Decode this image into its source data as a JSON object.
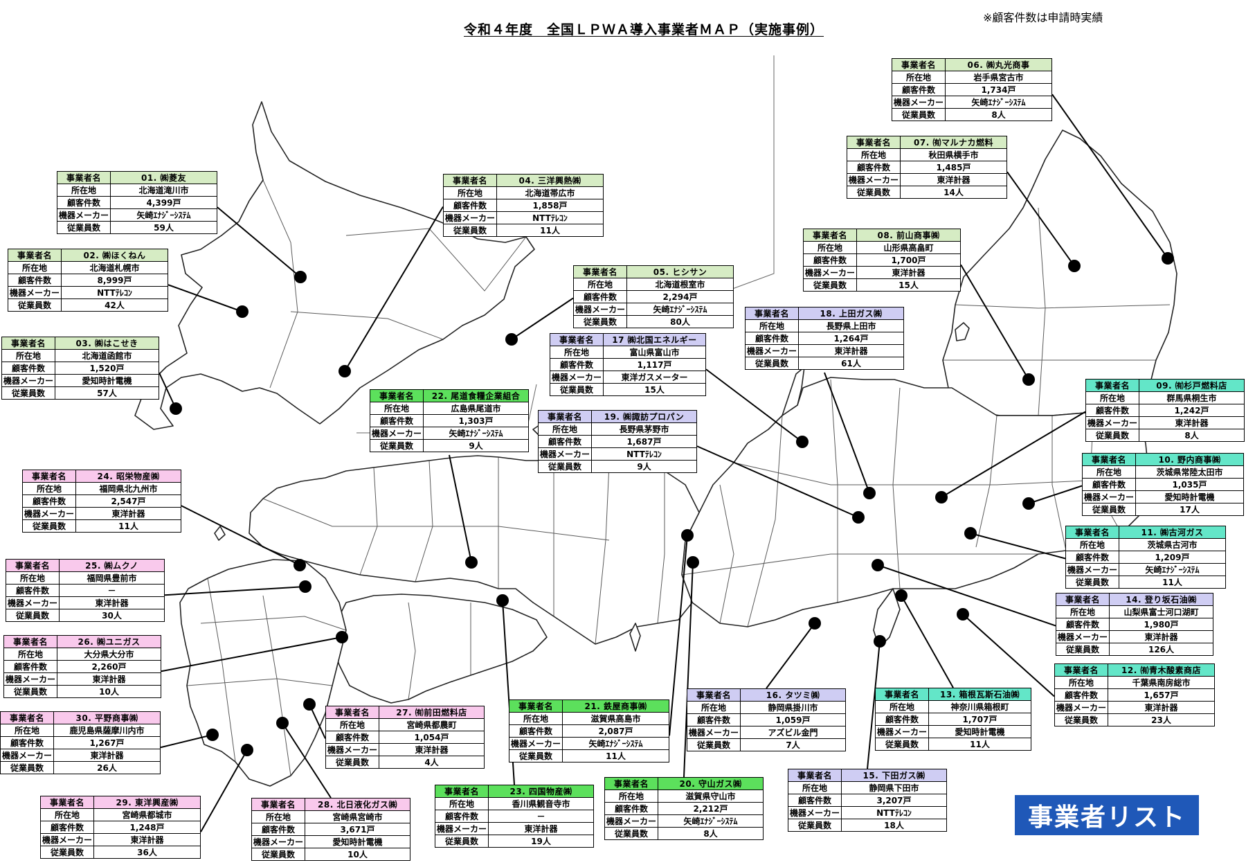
{
  "title": "令和４年度　全国ＬＰＷＡ導入事業者ＭＡＰ（実施事例）",
  "note": "※顧客件数は申請時実績",
  "list_button": "事業者リスト",
  "labels": {
    "operator": "事業者名",
    "location": "所在地",
    "customers": "顧客件数",
    "maker": "機器メーカー",
    "employees": "従業員数"
  },
  "colors": {
    "green": "#d6ecc4",
    "bright_green": "#5ce05c",
    "pink": "#f9c9ec",
    "lavender": "#cfcdf3",
    "teal": "#63e6c8",
    "button": "#1f58b8"
  },
  "operators": [
    {
      "id": "01",
      "name": "01. ㈱菱友",
      "location": "北海道滝川市",
      "customers": "4,399戸",
      "maker": "矢崎ｴﾅｼﾞｰｼｽﾃﾑ",
      "employees": "59人"
    },
    {
      "id": "02",
      "name": "02. ㈱ほくねん",
      "location": "北海道札幌市",
      "customers": "8,999戸",
      "maker": "NTTﾃﾚｺﾝ",
      "employees": "42人"
    },
    {
      "id": "03",
      "name": "03. ㈱はこせき",
      "location": "北海道函館市",
      "customers": "1,520戸",
      "maker": "愛知時計電機",
      "employees": "57人"
    },
    {
      "id": "04",
      "name": "04. 三洋興熱㈱",
      "location": "北海道帯広市",
      "customers": "1,858戸",
      "maker": "NTTﾃﾚｺﾝ",
      "employees": "11人"
    },
    {
      "id": "05",
      "name": "05. ヒシサン",
      "location": "北海道根室市",
      "customers": "2,294戸",
      "maker": "矢崎ｴﾅｼﾞｰｼｽﾃﾑ",
      "employees": "80人"
    },
    {
      "id": "06",
      "name": "06. ㈱丸光商事",
      "location": "岩手県宮古市",
      "customers": "1,734戸",
      "maker": "矢崎ｴﾅｼﾞｰｼｽﾃﾑ",
      "employees": "8人"
    },
    {
      "id": "07",
      "name": "07. ㈲マルナカ燃料",
      "location": "秋田県横手市",
      "customers": "1,485戸",
      "maker": "東洋計器",
      "employees": "14人"
    },
    {
      "id": "08",
      "name": "08. 前山商事㈱",
      "location": "山形県高畠町",
      "customers": "1,700戸",
      "maker": "東洋計器",
      "employees": "15人"
    },
    {
      "id": "09",
      "name": "09. ㈲杉戸燃料店",
      "location": "群馬県桐生市",
      "customers": "1,242戸",
      "maker": "東洋計器",
      "employees": "8人"
    },
    {
      "id": "10",
      "name": "10. 野内商事㈱",
      "location": "茨城県常陸太田市",
      "customers": "1,035戸",
      "maker": "愛知時計電機",
      "employees": "17人"
    },
    {
      "id": "11",
      "name": "11. ㈱古河ガス",
      "location": "茨城県古河市",
      "customers": "1,209戸",
      "maker": "矢崎ｴﾅｼﾞｰｼｽﾃﾑ",
      "employees": "11人"
    },
    {
      "id": "12",
      "name": "12. ㈲青木酸素商店",
      "location": "千葉県南房総市",
      "customers": "1,657戸",
      "maker": "東洋計器",
      "employees": "23人"
    },
    {
      "id": "13",
      "name": "13. 箱根瓦斯石油㈱",
      "location": "神奈川県箱根町",
      "customers": "1,707戸",
      "maker": "愛知時計電機",
      "employees": "11人"
    },
    {
      "id": "14",
      "name": "14. 登り坂石油㈱",
      "location": "山梨県富士河口湖町",
      "customers": "1,980戸",
      "maker": "東洋計器",
      "employees": "126人"
    },
    {
      "id": "15",
      "name": "15. 下田ガス㈱",
      "location": "静岡県下田市",
      "customers": "3,207戸",
      "maker": "NTTﾃﾚｺﾝ",
      "employees": "18人"
    },
    {
      "id": "16",
      "name": "16. タツミ㈱",
      "location": "静岡県掛川市",
      "customers": "1,059戸",
      "maker": "アズビル金門",
      "employees": "7人"
    },
    {
      "id": "17",
      "name": "17 ㈱北国エネルギー",
      "location": "富山県富山市",
      "customers": "1,117戸",
      "maker": "東洋ガスメーター",
      "employees": "15人"
    },
    {
      "id": "18",
      "name": "18. 上田ガス㈱",
      "location": "長野県上田市",
      "customers": "1,264戸",
      "maker": "東洋計器",
      "employees": "61人"
    },
    {
      "id": "19",
      "name": "19. ㈱諏訪プロパン",
      "location": "長野県茅野市",
      "customers": "1,687戸",
      "maker": "NTTﾃﾚｺﾝ",
      "employees": "9人"
    },
    {
      "id": "20",
      "name": "20. 守山ガス㈱",
      "location": "滋賀県守山市",
      "customers": "2,212戸",
      "maker": "矢崎ｴﾅｼﾞｰｼｽﾃﾑ",
      "employees": "8人"
    },
    {
      "id": "21",
      "name": "21. 鉄屋商事㈱",
      "location": "滋賀県高島市",
      "customers": "2,087戸",
      "maker": "矢崎ｴﾅｼﾞｰｼｽﾃﾑ",
      "employees": "11人"
    },
    {
      "id": "22",
      "name": "22. 尾道食糧企業組合",
      "location": "広島県尾道市",
      "customers": "1,303戸",
      "maker": "矢崎ｴﾅｼﾞｰｼｽﾃﾑ",
      "employees": "9人"
    },
    {
      "id": "23",
      "name": "23. 四国物産㈱",
      "location": "香川県観音寺市",
      "customers": "－",
      "maker": "東洋計器",
      "employees": "19人"
    },
    {
      "id": "24",
      "name": "24. 昭栄物産㈱",
      "location": "福岡県北九州市",
      "customers": "2,547戸",
      "maker": "東洋計器",
      "employees": "11人"
    },
    {
      "id": "25",
      "name": "25. ㈱ムクノ",
      "location": "福岡県豊前市",
      "customers": "－",
      "maker": "東洋計器",
      "employees": "30人"
    },
    {
      "id": "26",
      "name": "26. ㈱ユニガス",
      "location": "大分県大分市",
      "customers": "2,260戸",
      "maker": "東洋計器",
      "employees": "10人"
    },
    {
      "id": "27",
      "name": "27. ㈲前田燃料店",
      "location": "宮崎県都農町",
      "customers": "1,054戸",
      "maker": "東洋計器",
      "employees": "4人"
    },
    {
      "id": "28",
      "name": "28. 北日液化ガス㈱",
      "location": "宮崎県宮崎市",
      "customers": "3,671戸",
      "maker": "愛知時計電機",
      "employees": "10人"
    },
    {
      "id": "29",
      "name": "29. 東洋興産㈱",
      "location": "宮崎県都城市",
      "customers": "1,248戸",
      "maker": "東洋計器",
      "employees": "36人"
    },
    {
      "id": "30",
      "name": "30. 平野商事㈱",
      "location": "鹿児島県薩摩川内市",
      "customers": "1,267戸",
      "maker": "東洋計器",
      "employees": "26人"
    }
  ]
}
